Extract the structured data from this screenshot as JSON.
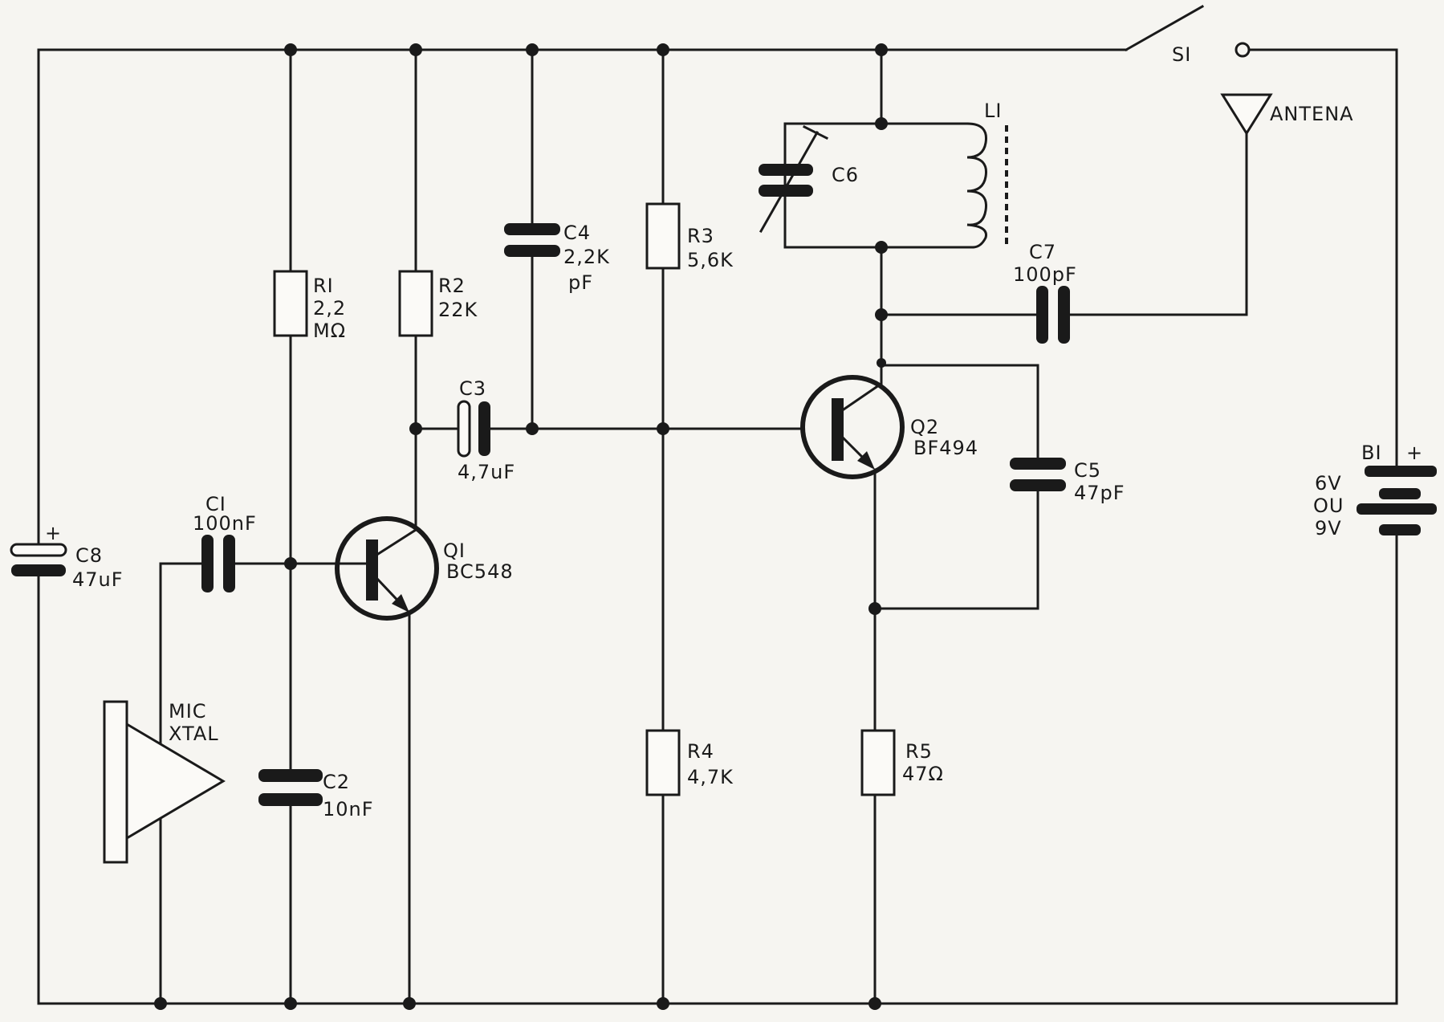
{
  "components": {
    "R1": {
      "ref": "RI",
      "value1": "2,2",
      "value2": "MΩ"
    },
    "R2": {
      "ref": "R2",
      "value": "22K"
    },
    "R3": {
      "ref": "R3",
      "value": "5,6K"
    },
    "R4": {
      "ref": "R4",
      "value": "4,7K"
    },
    "R5": {
      "ref": "R5",
      "value": "47Ω"
    },
    "C1": {
      "ref": "CI",
      "value": "100nF"
    },
    "C2": {
      "ref": "C2",
      "value": "10nF"
    },
    "C3": {
      "ref": "C3",
      "value": "4,7uF"
    },
    "C4": {
      "ref": "C4",
      "value1": "2,2K",
      "value2": "pF"
    },
    "C5": {
      "ref": "C5",
      "value": "47pF"
    },
    "C6": {
      "ref": "C6"
    },
    "C7": {
      "ref": "C7",
      "value": "100pF"
    },
    "C8": {
      "ref": "C8",
      "value": "47uF",
      "polarity": "+"
    },
    "L1": {
      "ref": "LI"
    },
    "Q1": {
      "ref": "QI",
      "value": "BC548"
    },
    "Q2": {
      "ref": "Q2",
      "value": "BF494"
    },
    "S1": {
      "ref": "SI"
    },
    "ANT": {
      "label": "ANTENA"
    },
    "MIC": {
      "line1": "MIC",
      "line2": "XTAL"
    },
    "B1": {
      "ref": "BI",
      "polarity": "+",
      "line1": "6V",
      "line2": "OU",
      "line3": "9V"
    }
  }
}
